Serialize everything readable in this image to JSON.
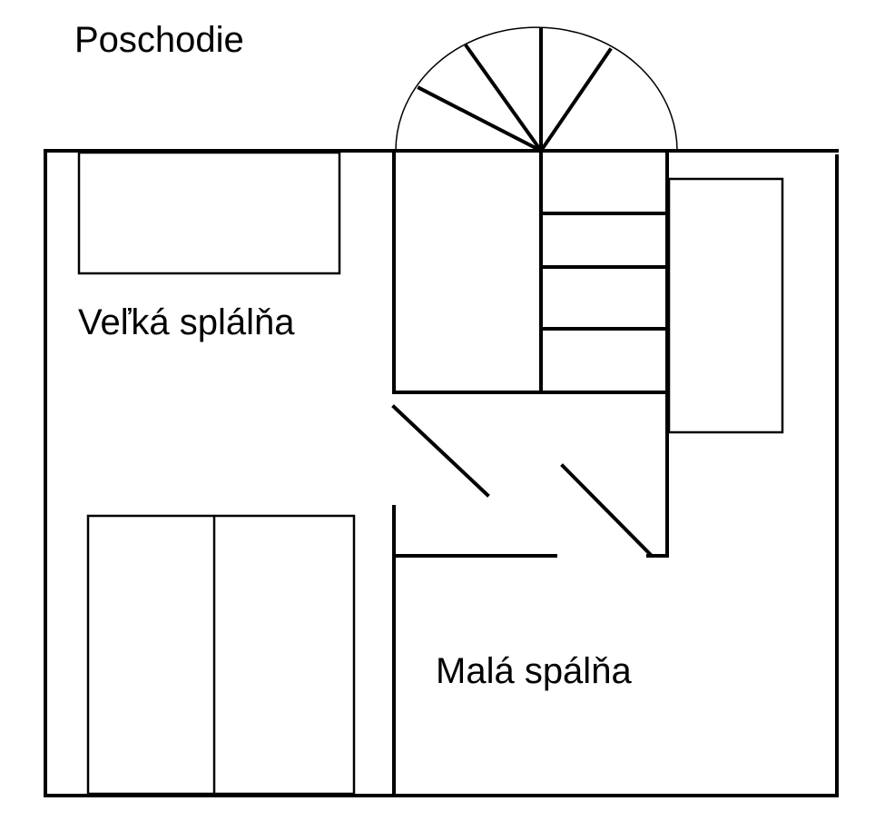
{
  "floor_title": "Poschodie",
  "rooms": {
    "large_bedroom": "Veľká splálňa",
    "small_bedroom": "Malá spálňa"
  },
  "colors": {
    "line": "#000000",
    "background": "#ffffff"
  }
}
